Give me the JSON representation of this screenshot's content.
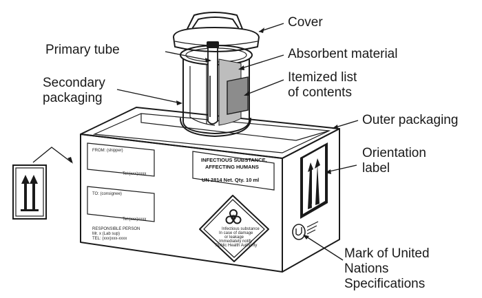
{
  "labels": {
    "cover": "Cover",
    "primary_tube": "Primary tube",
    "absorbent_material": "Absorbent material",
    "itemized_line1": "Itemized list",
    "itemized_line2": "of contents",
    "secondary_line1": "Secondary",
    "secondary_line2": "packaging",
    "outer_packaging": "Outer packaging",
    "orientation_line1": "Orientation",
    "orientation_line2": "label",
    "un_line1": "Mark of United",
    "un_line2": "Nations",
    "un_line3": "Specifications"
  },
  "box_text": {
    "from_label": "FROM: (shipper)",
    "from_phone": "Tel:(xxx)xxxx",
    "to_label": "TO: (consignee)",
    "to_phone": "Tel:(xxx)xxxx",
    "responsible_line1": "RESPONSIBLE PERSON",
    "responsible_line2": "Mr. x (Lab sup)",
    "responsible_line3": "TEL: (xxx)xxx-xxxx",
    "infectious_line1": "INFECTIOUS SUBSTANCE,",
    "infectious_line2": "AFFECTING HUMANS",
    "infectious_line3": "UN 2814   Net. Qty. 10 ml",
    "diamond_line1": "Infectious substance",
    "diamond_line2": "In case of damage",
    "diamond_line3": "or leakage",
    "diamond_line4": "Immediately notify",
    "diamond_line5": "Public Health Authority"
  },
  "colors": {
    "ink": "#1a1a1a",
    "label_gray": "#888888",
    "background": "#ffffff"
  },
  "icons": [
    "up-arrows-icon",
    "biohazard-icon",
    "un-mark-icon"
  ]
}
